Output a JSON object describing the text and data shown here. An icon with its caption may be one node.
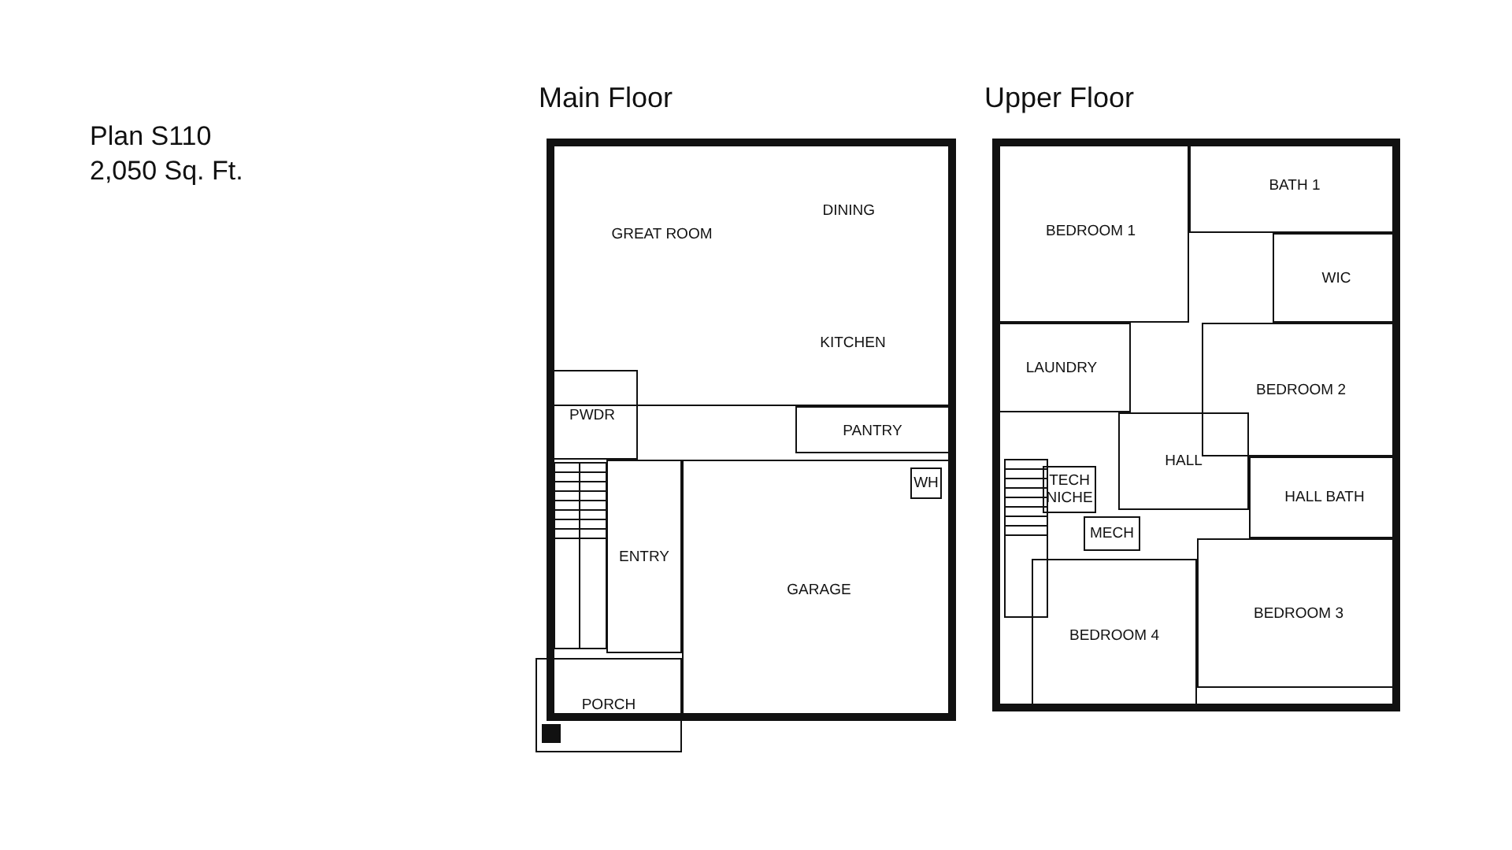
{
  "diagram": {
    "nodes": [
      {
        "text": [
          "Main Floor"
        ]
      },
      {
        "text": [
          "DINING",
          "GREAT ROOM",
          "KITCHEN"
        ],
        "in": 0
      },
      {
        "text": [
          "PWDR"
        ],
        "in": 0
      },
      {
        "text": [
          "PANTRY"
        ],
        "in": 0
      },
      {
        "text": [
          "ENTRY"
        ],
        "in": 0
      },
      {
        "text": [
          "GARAGE"
        ],
        "in": 0
      },
      {
        "text": [
          "WH"
        ],
        "in": 5
      },
      {
        "text": [
          "PORCH"
        ]
      },
      {
        "text": [
          "Upper Floor"
        ]
      },
      {
        "text": [
          "BEDROOM 1"
        ],
        "in": 8
      },
      {
        "text": [
          "BATH 1"
        ],
        "in": 8
      },
      {
        "text": [
          "WIC"
        ],
        "in": 8
      },
      {
        "text": [
          "LAUNDRY"
        ],
        "in": 8
      },
      {
        "text": [
          "BEDROOM 2"
        ],
        "in": 8
      },
      {
        "text": [
          "HALL"
        ],
        "in": 8
      },
      {
        "text": [
          "HALL BATH"
        ],
        "in": 8
      },
      {
        "text": [
          "TECH NICHE"
        ],
        "in": 8
      },
      {
        "text": [
          "MECH"
        ],
        "in": 8
      },
      {
        "text": [
          "BEDROOM 4"
        ],
        "in": 8
      },
      {
        "text": [
          "BEDROOM 3"
        ],
        "in": 8
      }
    ],
    "labels": [
      "Plan S110",
      "2,050 Sq. Ft."
    ]
  }
}
